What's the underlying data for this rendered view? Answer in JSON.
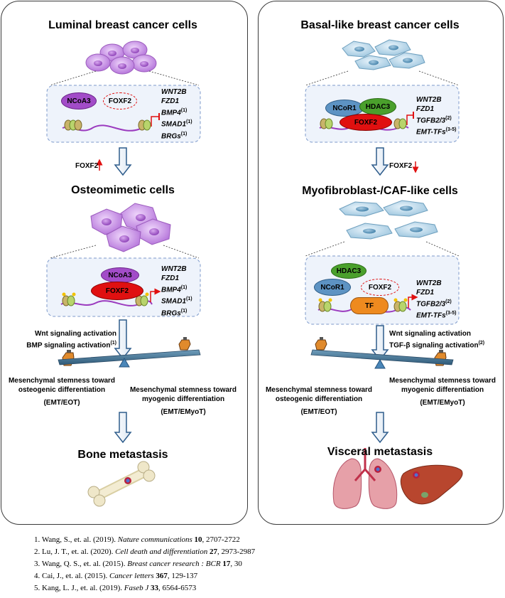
{
  "left_panel": {
    "title": "Luminal breast  cancer cells",
    "box1": {
      "ncoa3": "NCoA3",
      "foxf2": "FOXF2",
      "genes": [
        "WNT2B",
        "FZD1",
        "BMP4",
        "SMAD1",
        "BRGs"
      ],
      "gene_refs": [
        "",
        "",
        "(1)",
        "(1)",
        "(1)"
      ]
    },
    "foxf2_change": "FOXF2",
    "stage2": "Osteomimetic cells",
    "box2": {
      "ncoa3": "NCoA3",
      "foxf2": "FOXF2",
      "genes": [
        "WNT2B",
        "FZD1",
        "BMP4",
        "SMAD1",
        "BRGs"
      ],
      "gene_refs": [
        "",
        "",
        "(1)",
        "(1)",
        "(1)"
      ]
    },
    "signals": [
      "Wnt signaling activation",
      "BMP signaling activation"
    ],
    "signal_refs": [
      "",
      "(1)"
    ],
    "left_caption": [
      "Mesenchymal stemness toward",
      "osteogenic differentiation",
      "(EMT/EOT)"
    ],
    "right_caption": [
      "Mesenchymal stemness toward",
      "myogenic differentiation",
      "(EMT/EMyoT)"
    ],
    "outcome": "Bone metastasis"
  },
  "right_panel": {
    "title": "Basal-like breast cancer cells",
    "box1": {
      "ncor1": "NCoR1",
      "hdac3": "HDAC3",
      "foxf2": "FOXF2",
      "genes": [
        "WNT2B",
        "FZD1",
        "TGFB2/3",
        "EMT-TFs"
      ],
      "gene_refs": [
        "",
        "",
        "(2)",
        "(3-5)"
      ]
    },
    "foxf2_change": "FOXF2",
    "stage2": "Myofibroblast-/CAF-like cells",
    "box2": {
      "hdac3": "HDAC3",
      "ncor1": "NCoR1",
      "foxf2": "FOXF2",
      "tf": "TF",
      "genes": [
        "WNT2B",
        "FZD1",
        "TGFB2/3",
        "EMT-TFs"
      ],
      "gene_refs": [
        "",
        "",
        "(2)",
        "(3-5)"
      ]
    },
    "signals": [
      "Wnt signaling activation",
      "TGF-β signaling activation"
    ],
    "signal_refs": [
      "",
      "(2)"
    ],
    "left_caption": [
      "Mesenchymal stemness toward",
      "osteogenic differentiation",
      "(EMT/EOT)"
    ],
    "right_caption": [
      "Mesenchymal stemness toward",
      "myogenic differentiation",
      "(EMT/EMyoT)"
    ],
    "outcome": "Visceral metastasis"
  },
  "references": [
    {
      "num": "1.",
      "authors": "Wang, S., et. al. (2019).",
      "journal": "Nature communications",
      "vol": "10",
      "pages": ", 2707-2722"
    },
    {
      "num": "2.",
      "authors": "Lu, J. T., et. al. (2020).",
      "journal": "Cell death and differentiation",
      "vol": "27",
      "pages": ", 2973-2987"
    },
    {
      "num": "3.",
      "authors": "Wang, Q. S., et. al. (2015).",
      "journal": "Breast cancer research : BCR",
      "vol": "17",
      "pages": ", 30"
    },
    {
      "num": "4.",
      "authors": "Cai, J., et. al. (2015).",
      "journal": "Cancer letters",
      "vol": "367",
      "pages": ", 129-137"
    },
    {
      "num": "5.",
      "authors": "Kang, L. J., et. al. (2019).",
      "journal": "Faseb J",
      "vol": "33",
      "pages": ", 6564-6573"
    }
  ],
  "colors": {
    "purple_cell": "#c98ee6",
    "blue_cell": "#bcd9ea",
    "foxf2_red": "#e01010",
    "ncoa3_purple": "#a24cc8",
    "ncor1_blue": "#5d93c3",
    "hdac3_green": "#4aa02c",
    "tf_orange": "#ee8a1f",
    "seesaw_blue": "#41708f",
    "arrow_blue": "#2f5d8c"
  }
}
